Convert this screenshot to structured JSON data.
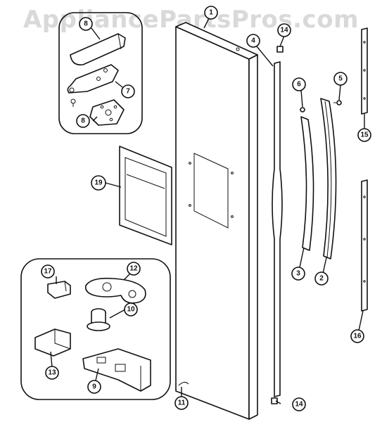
{
  "watermark": "AppliancePartsPros.com",
  "callouts": {
    "c1": "1",
    "c2": "2",
    "c3": "3",
    "c4": "4",
    "c5": "5",
    "c6": "6",
    "c7": "7",
    "c8a": "8",
    "c8b": "8",
    "c9": "9",
    "c10": "10",
    "c11": "11",
    "c12": "12",
    "c13": "13",
    "c14a": "14",
    "c14b": "14",
    "c15": "15",
    "c16": "16",
    "c17": "17",
    "c19": "19"
  }
}
